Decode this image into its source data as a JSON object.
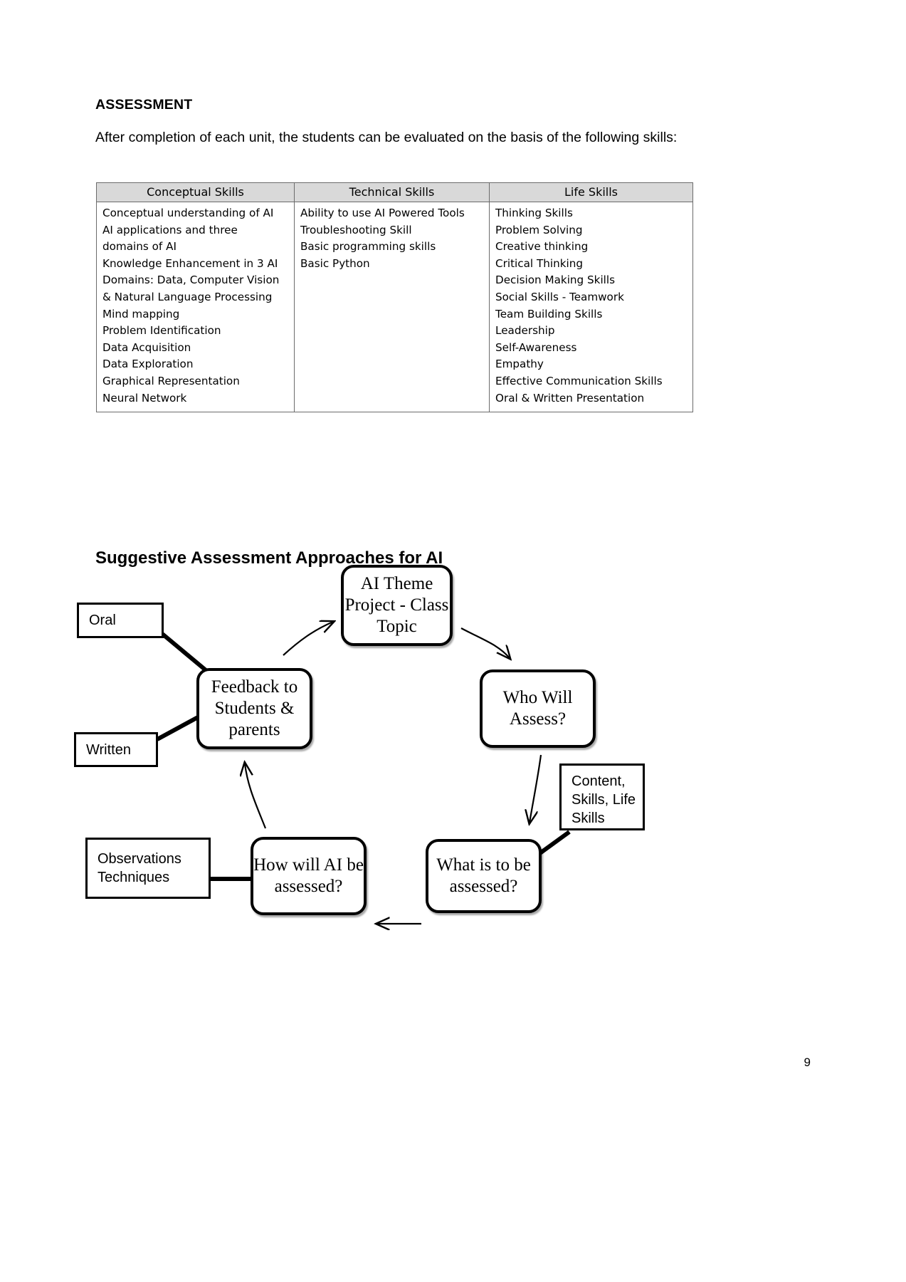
{
  "document": {
    "heading": "ASSESSMENT",
    "intro": "After completion of each unit, the students can be evaluated on the basis of the following skills:",
    "page_number": "9"
  },
  "skills_table": {
    "headers": [
      "Conceptual Skills",
      "Technical Skills",
      "Life Skills"
    ],
    "columns": [
      [
        "Conceptual understanding of AI",
        "AI applications and three",
        "domains of AI",
        "Knowledge Enhancement in 3 AI",
        "Domains: Data, Computer Vision",
        "& Natural Language Processing",
        "Mind mapping",
        "Problem Identification",
        "Data Acquisition",
        "Data Exploration",
        "Graphical Representation",
        "Neural Network"
      ],
      [
        "Ability to use AI Powered Tools",
        "Troubleshooting Skill",
        "Basic programming skills",
        "Basic Python"
      ],
      [
        "Thinking Skills",
        "Problem Solving",
        "Creative thinking",
        "Critical Thinking",
        "Decision Making Skills",
        "Social Skills - Teamwork",
        "Team Building Skills",
        "Leadership",
        "Self-Awareness",
        "Empathy",
        "Effective Communication Skills",
        "Oral & Written Presentation"
      ]
    ]
  },
  "diagram": {
    "title": "Suggestive Assessment Approaches for AI",
    "nodes": {
      "ai_theme": "AI Theme Project - Class Topic",
      "who_assess": "Who Will Assess?",
      "what_assessed": "What is to be assessed?",
      "how_assessed": "How will AI be assessed?",
      "feedback": "Feedback to Students & parents",
      "oral": "Oral",
      "written": "Written",
      "observations": "Observations Techniques",
      "content_skills": "Content, Skills, Life Skills"
    },
    "colors": {
      "stroke": "#000000",
      "fill": "#ffffff",
      "table_header_fill": "#d9d9d9"
    }
  }
}
